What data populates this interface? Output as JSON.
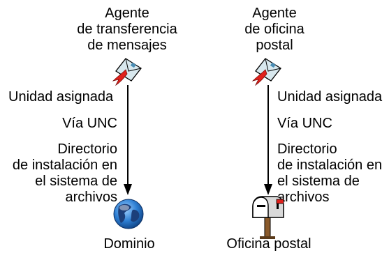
{
  "left": {
    "heading": "Agente\nde transferencia\nde mensajes",
    "labels": {
      "mapped": "Unidad asignada",
      "unc": "Vía UNC",
      "install": "Directorio\nde instalación en\nel sistema de\narchivos"
    },
    "icon_top": "mail-agent-icon",
    "icon_bottom": "globe-icon",
    "caption": "Dominio"
  },
  "right": {
    "heading": "Agente\nde oficina\npostal",
    "labels": {
      "mapped": "Unidad asignada",
      "unc": "Vía UNC",
      "install": "Directorio\nde instalación en\nel sistema de\narchivos"
    },
    "icon_top": "mail-agent-icon",
    "icon_bottom": "mailbox-icon",
    "caption": "Oficina postal"
  },
  "colors": {
    "arrow": "#000000",
    "envelope_red": "#e0201b",
    "envelope_body": "#d8e8ee",
    "globe": "#1f6fc4",
    "land": "#1c3f7a"
  }
}
